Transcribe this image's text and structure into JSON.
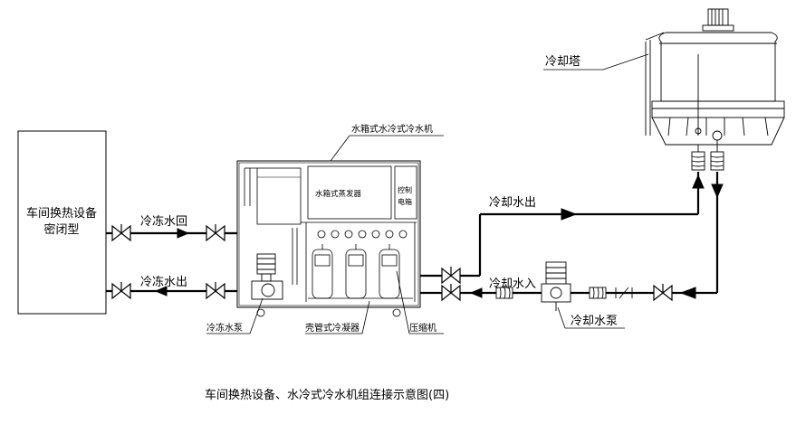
{
  "labels": {
    "workshop_equipment": "车间换热设备",
    "closed_type": "密闭型",
    "chilled_return": "冷冻水回",
    "chilled_out": "冷冻水出",
    "chiller_unit": "水箱式水冷式冷水机",
    "tank_evaporator": "水箱式蒸发器",
    "control_box_line1": "控制",
    "control_box_line2": "电箱",
    "chilled_pump": "冷冻水泵",
    "shell_tube_condenser": "壳管式冷凝器",
    "compressor": "压缩机",
    "cooling_out": "冷却水出",
    "cooling_in": "冷却水入",
    "cooling_pump": "冷却水泵",
    "cooling_tower": "冷却塔",
    "caption": "车间换热设备、水冷式冷水机组连接示意图(四)"
  }
}
